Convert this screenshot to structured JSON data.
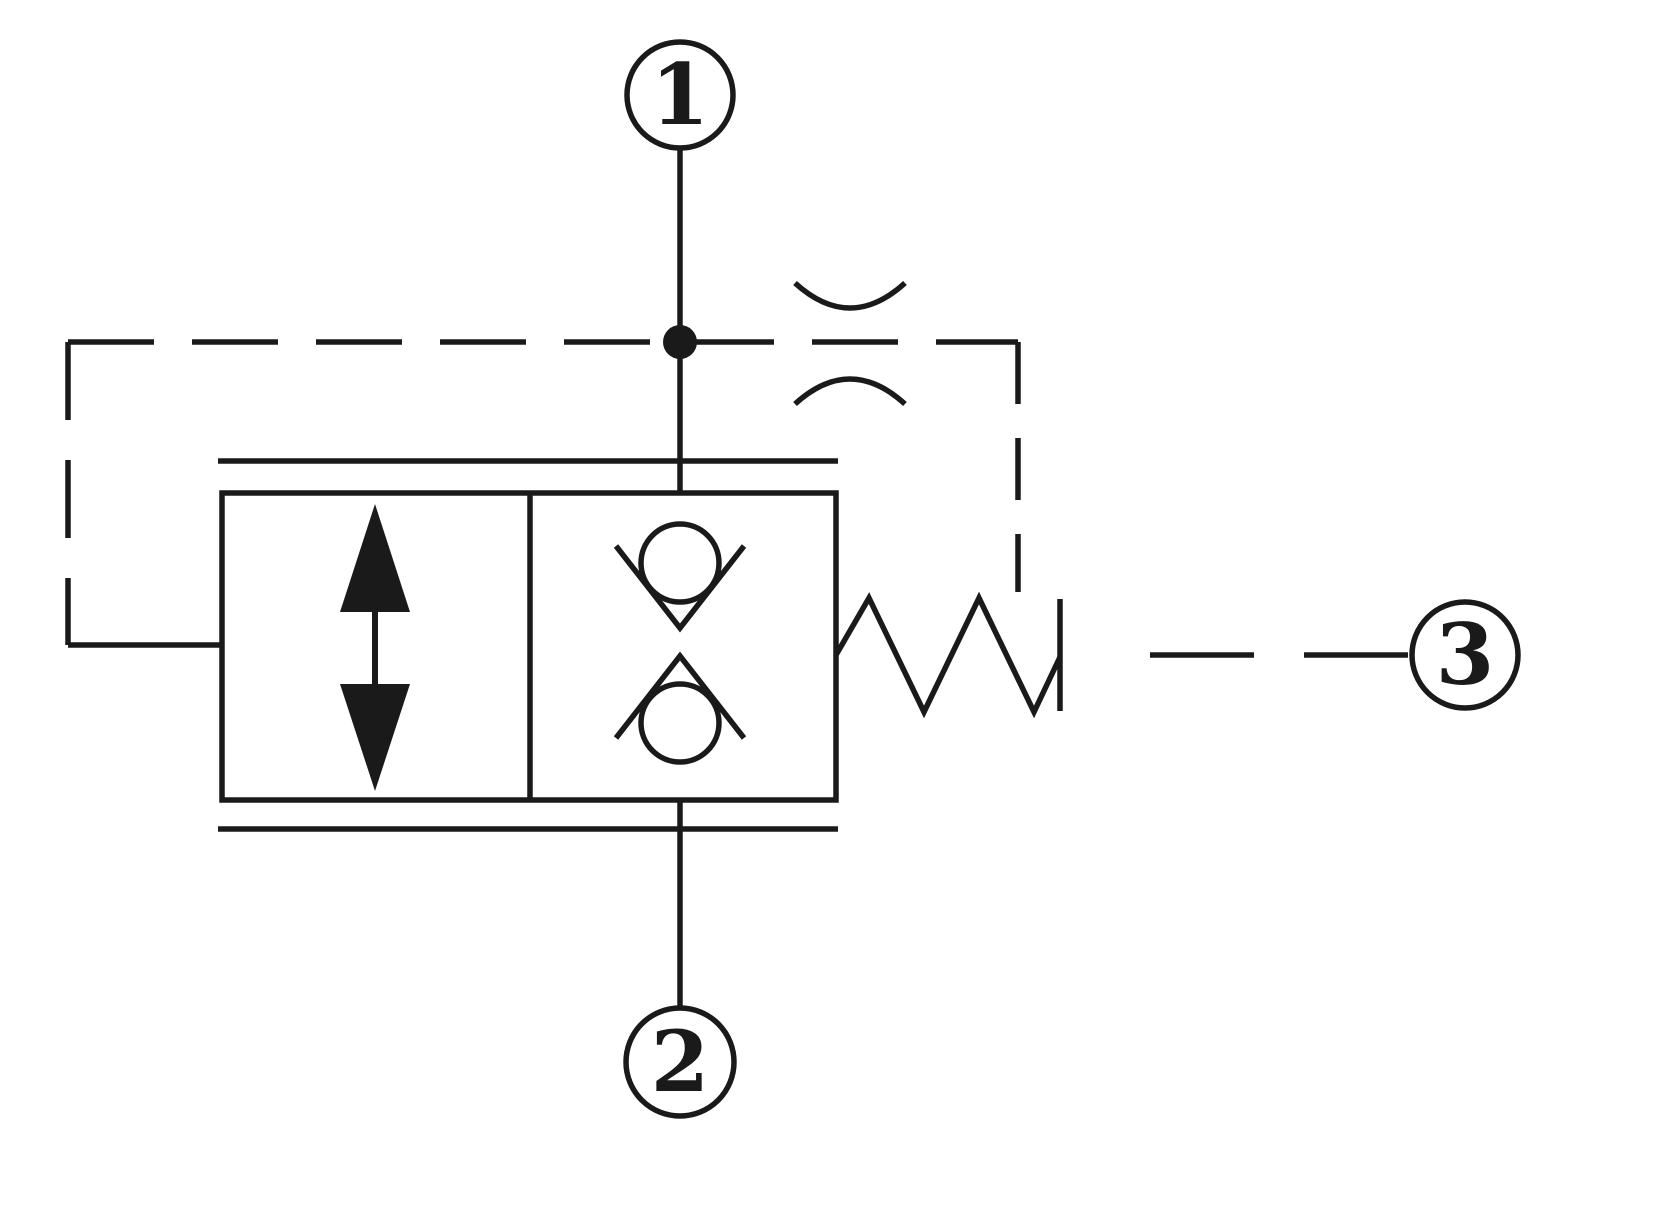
{
  "colors": {
    "line": "#1a1a1a",
    "background": "#ffffff"
  },
  "ports": {
    "port1": {
      "label": "1"
    },
    "port2": {
      "label": "2"
    },
    "port3": {
      "label": "3"
    }
  }
}
